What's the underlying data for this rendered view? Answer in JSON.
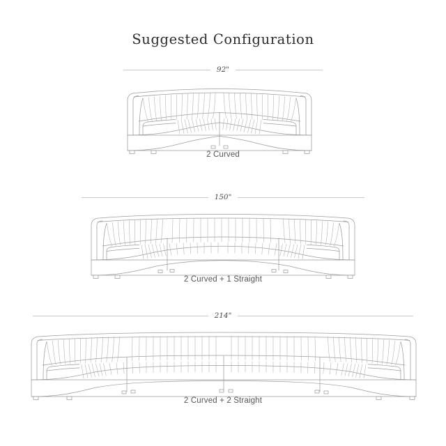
{
  "page": {
    "title": "Suggested Configuration",
    "background_color": "#ffffff",
    "line_color": "#9b9b9f",
    "text_color": "#55555a",
    "title_color": "#2b2b2b"
  },
  "configurations": [
    {
      "id": "config-92",
      "dimension_label": "92\"",
      "caption": "2 Curved",
      "modules": 2,
      "curved_modules": 2,
      "straight_modules": 0,
      "width_inches": 92
    },
    {
      "id": "config-150",
      "dimension_label": "150\"",
      "caption": "2 Curved + 1 Straight",
      "modules": 3,
      "curved_modules": 2,
      "straight_modules": 1,
      "width_inches": 150
    },
    {
      "id": "config-214",
      "dimension_label": "214\"",
      "caption": "2 Curved + 2 Straight",
      "modules": 4,
      "curved_modules": 2,
      "straight_modules": 2,
      "width_inches": 214
    }
  ]
}
